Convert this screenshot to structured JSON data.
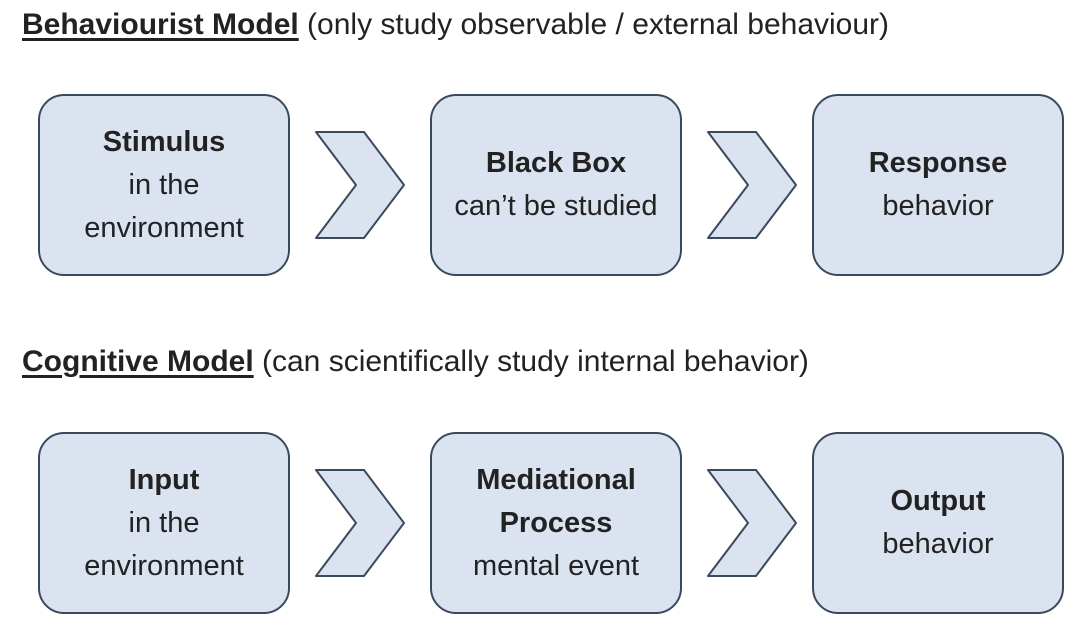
{
  "behaviourist": {
    "title": "Behaviourist Model",
    "note": " (only study observable / external behaviour)",
    "boxes": [
      {
        "title": "Stimulus",
        "lines": [
          "in the",
          "environment"
        ]
      },
      {
        "title": "Black Box",
        "lines": [
          "can’t be studied"
        ]
      },
      {
        "title": "Response",
        "lines": [
          "behavior"
        ]
      }
    ]
  },
  "cognitive": {
    "title": "Cognitive Model",
    "note": " (can scientifically study internal behavior)",
    "boxes": [
      {
        "title": "Input",
        "lines": [
          "in the",
          "environment"
        ]
      },
      {
        "title_lines": [
          "Mediational",
          "Process"
        ],
        "lines": [
          "mental event"
        ]
      },
      {
        "title": "Output",
        "lines": [
          "behavior"
        ]
      }
    ]
  },
  "colors": {
    "box_fill": "#dce3f0",
    "box_border": "#3a4a5c"
  },
  "icons": [
    "chevron-right-icon"
  ]
}
